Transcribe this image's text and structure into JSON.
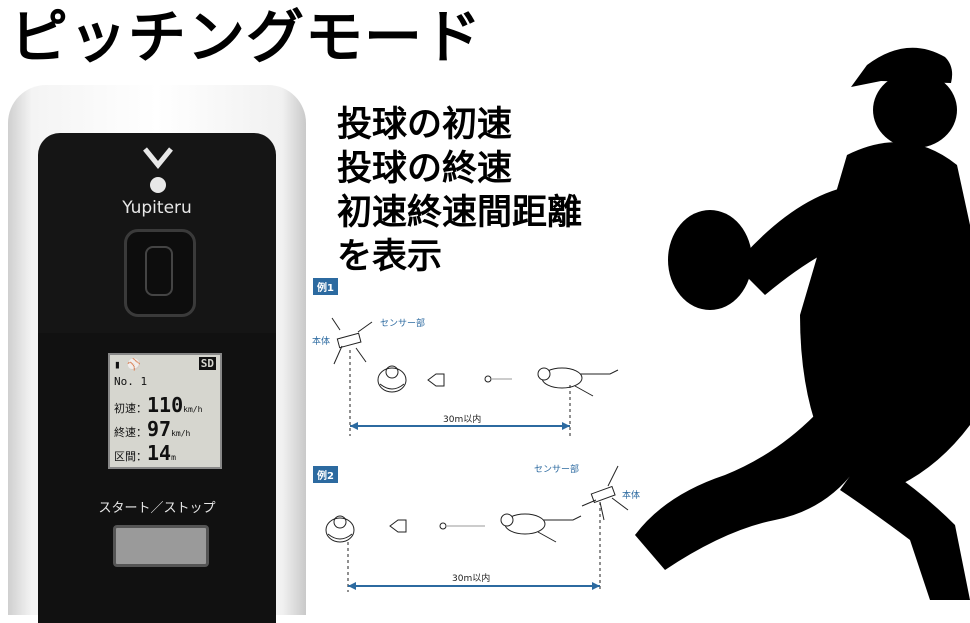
{
  "title": "ピッチングモード",
  "features": [
    "投球の初速",
    "投球の終速",
    "初速終速間距離",
    "を表示"
  ],
  "device": {
    "brand": "Yupiteru",
    "lcd": {
      "no_label": "No.",
      "no_value": "1",
      "sd": "SD",
      "rows": [
        {
          "label": "初速：",
          "value": "110",
          "unit": "km/h"
        },
        {
          "label": "終速：",
          "value": "97",
          "unit": "km/h"
        },
        {
          "label": "区間：",
          "value": "14",
          "unit": "m"
        }
      ]
    },
    "button_label": "スタート／ストップ"
  },
  "examples": [
    {
      "badge": "例1",
      "sensor_label": "センサー部",
      "body_label": "本体",
      "distance": "30m以内"
    },
    {
      "badge": "例2",
      "sensor_label": "センサー部",
      "body_label": "本体",
      "distance": "30m以内"
    }
  ],
  "colors": {
    "accent": "#2c6aa0",
    "device_dark": "#151515"
  }
}
